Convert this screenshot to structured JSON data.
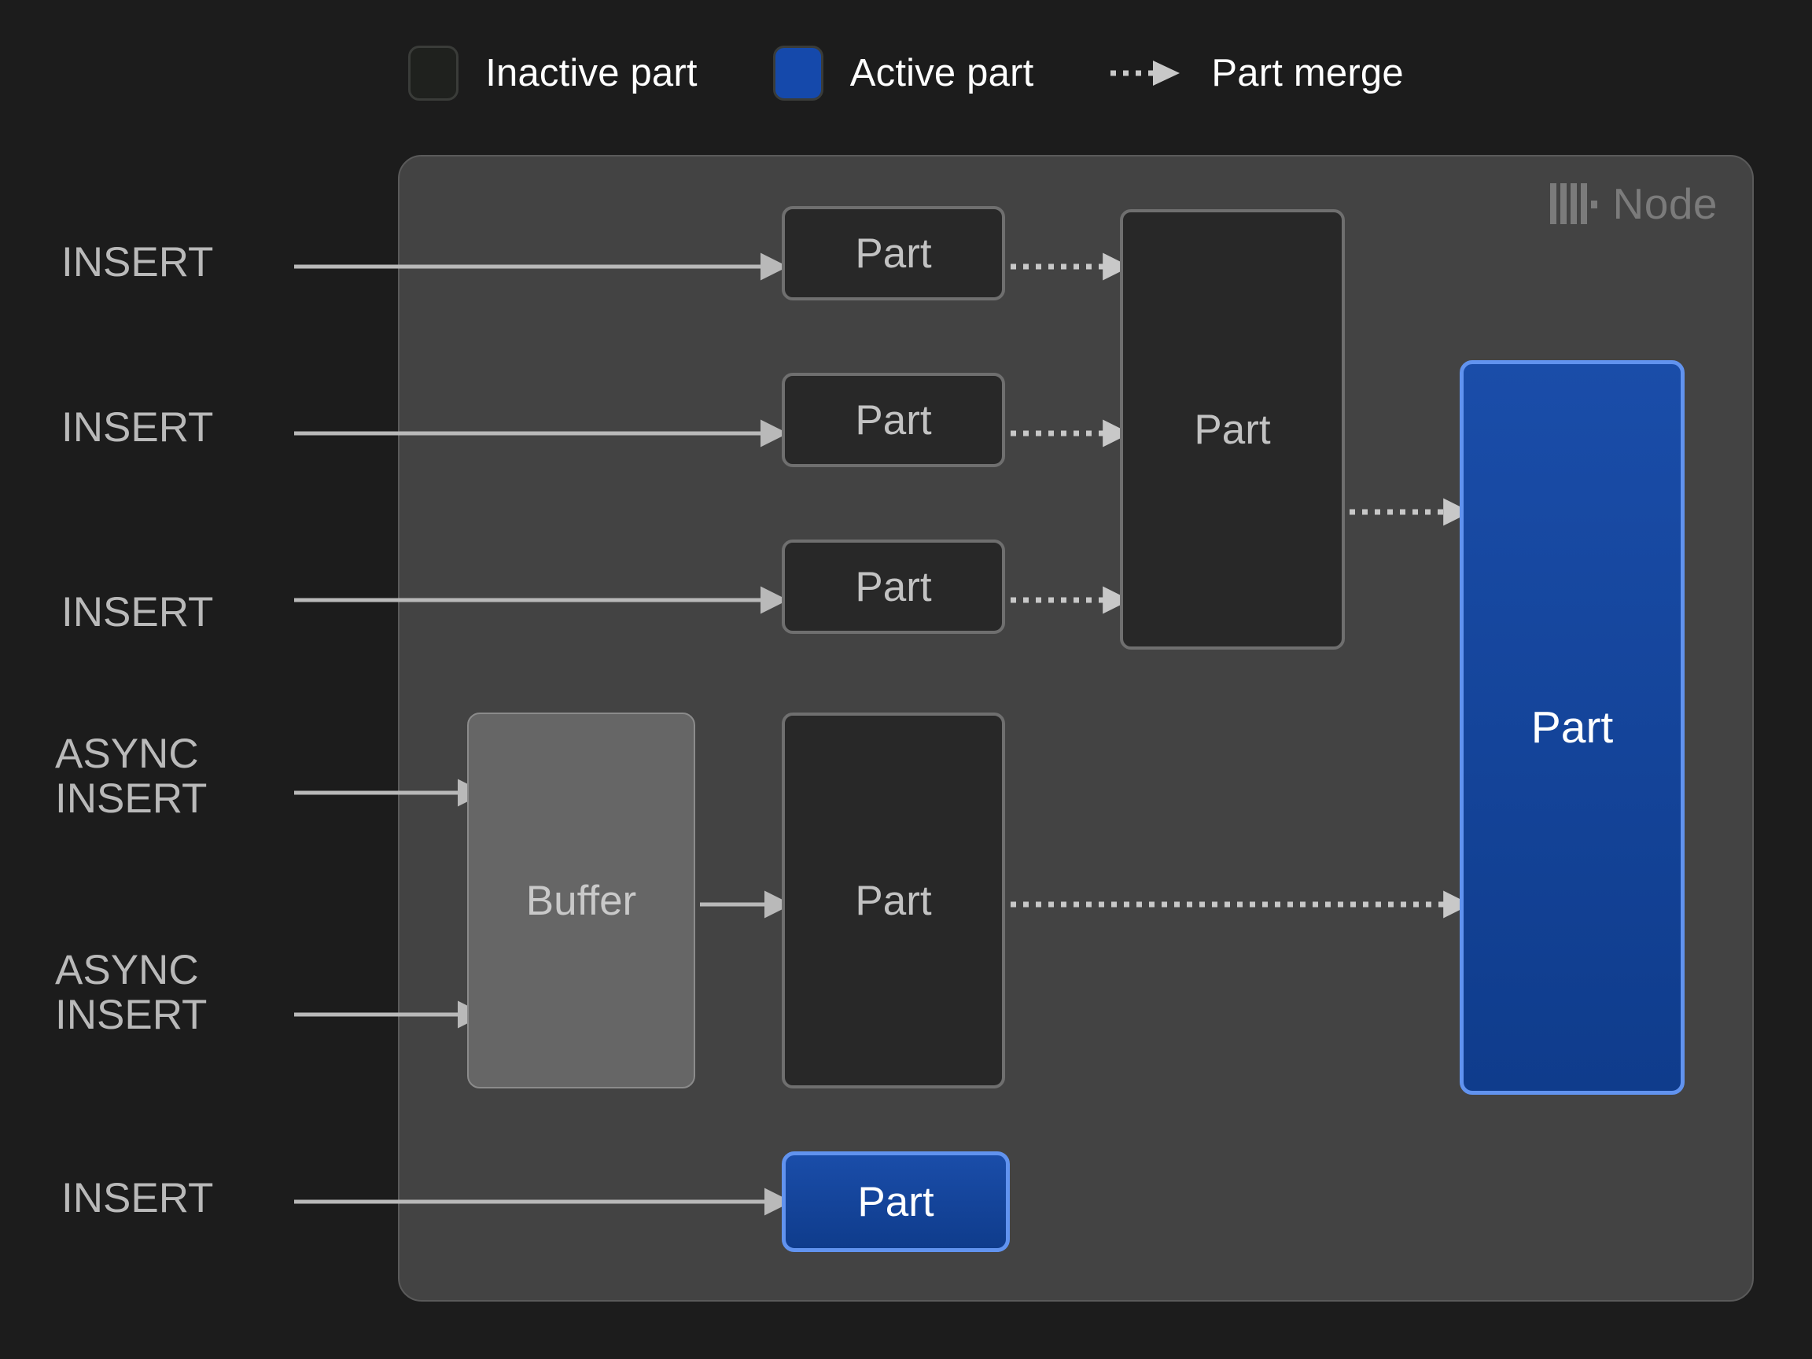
{
  "legend": {
    "items": [
      {
        "icon": "inactive-part-swatch",
        "label": "Inactive part"
      },
      {
        "icon": "active-part-swatch",
        "label": "Active part"
      },
      {
        "icon": "dashed-arrow-icon",
        "label": "Part merge"
      }
    ]
  },
  "node": {
    "label": "Node",
    "logo_icon": "clickhouse-logo-icon"
  },
  "inputs": [
    {
      "label": "INSERT"
    },
    {
      "label": "INSERT"
    },
    {
      "label": "INSERT"
    },
    {
      "label": "ASYNC\nINSERT"
    },
    {
      "label": "ASYNC\nINSERT"
    },
    {
      "label": "INSERT"
    }
  ],
  "boxes": {
    "part_1": "Part",
    "part_2": "Part",
    "part_3": "Part",
    "merged_part": "Part",
    "buffer": "Buffer",
    "buffer_part": "Part",
    "active_part_large": "Part",
    "active_part_bottom": "Part"
  },
  "colors": {
    "page_background": "#1c1c1c",
    "node_background": "#434343",
    "node_border": "#5a5a5a",
    "inactive_part_fill": "#282828",
    "inactive_part_border": "#6f6f6f",
    "active_part_fill": "#1549ab",
    "active_part_border": "#6193ef",
    "buffer_fill": "#666666",
    "arrow": "#b9b9b9",
    "merge_arrow": "#c8c8c8",
    "text": "#c4c4c4"
  }
}
